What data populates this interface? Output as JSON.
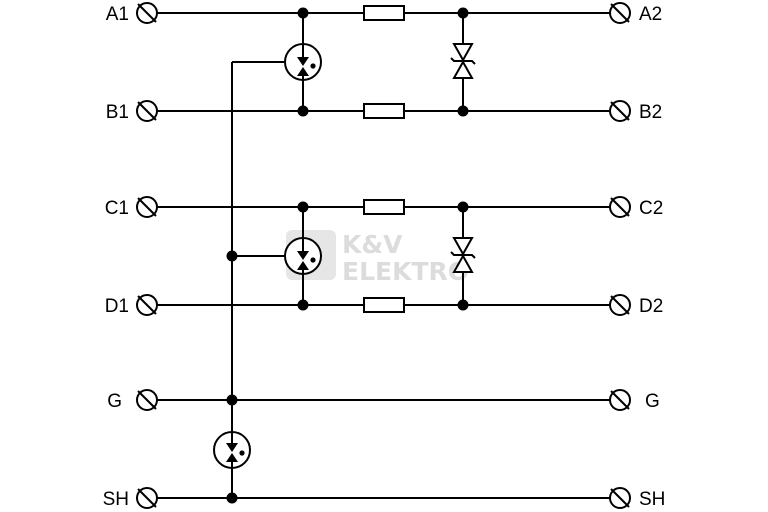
{
  "terminals": {
    "left": [
      "A1",
      "B1",
      "C1",
      "D1",
      "G",
      "SH"
    ],
    "right": [
      "A2",
      "B2",
      "C2",
      "D2",
      "G",
      "SH"
    ]
  },
  "watermark": {
    "line1": "K&V",
    "line2": "ELEKTRO"
  }
}
